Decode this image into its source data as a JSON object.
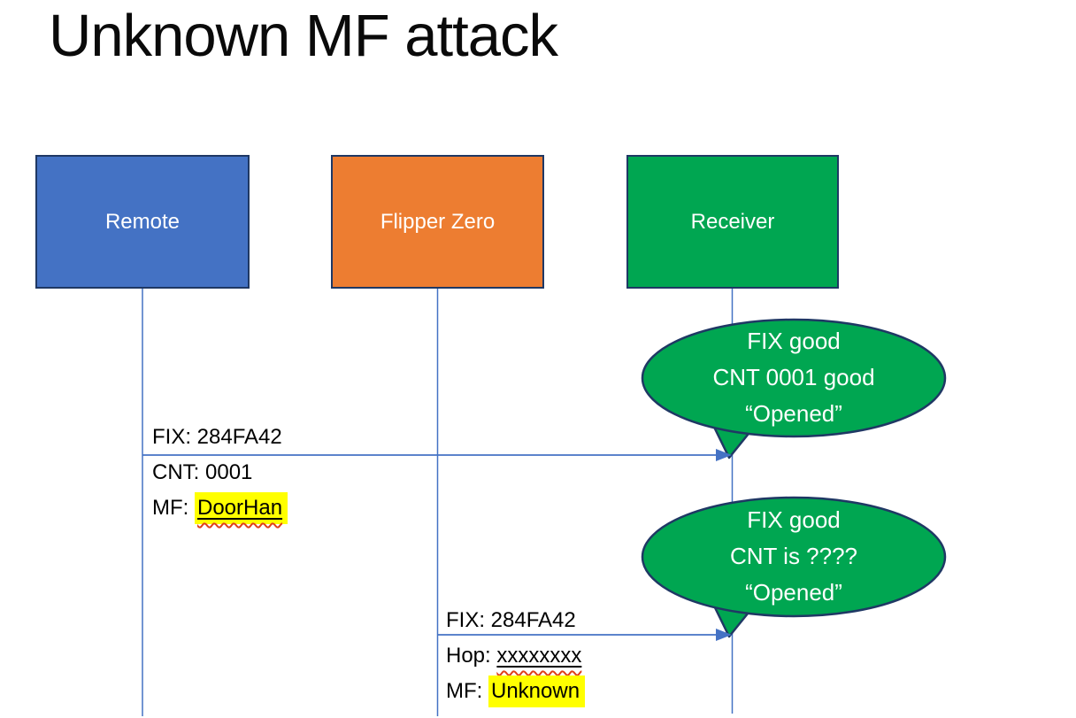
{
  "slide": {
    "title": "Unknown MF attack",
    "background": "#FFFFFF"
  },
  "colors": {
    "actor_border": "#1F3864",
    "remote_fill": "#4472C4",
    "flipper_fill": "#ED7D31",
    "receiver_fill": "#00A651",
    "bubble_fill": "#00A651",
    "bubble_border": "#1F3864",
    "line_blue": "#4472C4",
    "highlight_yellow": "#FFFF00",
    "squiggle_red": "#E0401A",
    "actor_text": "#FFFFFF",
    "bubble_text": "#FFFFFF",
    "message_text": "#000000"
  },
  "actors": [
    {
      "id": "remote",
      "label": "Remote",
      "fill": "#4472C4"
    },
    {
      "id": "flipper-zero",
      "label": "Flipper Zero",
      "fill": "#ED7D31"
    },
    {
      "id": "receiver",
      "label": "Receiver",
      "fill": "#00A651"
    }
  ],
  "messages": [
    {
      "from": "remote",
      "to": "receiver",
      "line1": "FIX: 284FA42",
      "line2": "CNT: 0001",
      "line3_prefix": "MF: ",
      "line3_word": "DoorHan"
    },
    {
      "from": "flipper-zero",
      "to": "receiver",
      "line1": "FIX: 284FA42",
      "line2_prefix": "Hop: ",
      "line2_word": "xxxxxxxx",
      "line3_prefix": "MF: ",
      "line3_word": "Unknown"
    }
  ],
  "bubbles": [
    {
      "line1": "FIX good",
      "line2": "CNT 0001 good",
      "line3": "“Opened”"
    },
    {
      "line1": "FIX good",
      "line2": "CNT is ????",
      "line3": "“Opened”"
    }
  ]
}
